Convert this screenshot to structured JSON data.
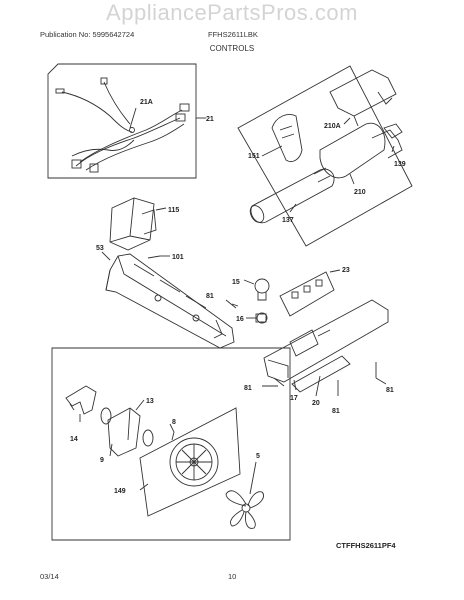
{
  "watermark": "AppliancePartsPros.com",
  "header": {
    "publication": "Publication No: 5995642724",
    "model": "FFHS2611LBK"
  },
  "title": "CONTROLS",
  "parts": {
    "p21": "21",
    "p21a": "21A",
    "p210a": "210A",
    "p151": "151",
    "p139": "139",
    "p210": "210",
    "p137": "137",
    "p115": "115",
    "p53": "53",
    "p101": "101",
    "p15": "15",
    "p23": "23",
    "p81a": "81",
    "p16": "16",
    "p81b": "81",
    "p17": "17",
    "p20": "20",
    "p81c": "81",
    "p81d": "81",
    "p13": "13",
    "p14": "14",
    "p8": "8",
    "p9": "9",
    "p5": "5",
    "p149": "149"
  },
  "diagram_code": "CTFFHS2611PF4",
  "footer": {
    "date": "03/14",
    "page": "10"
  }
}
